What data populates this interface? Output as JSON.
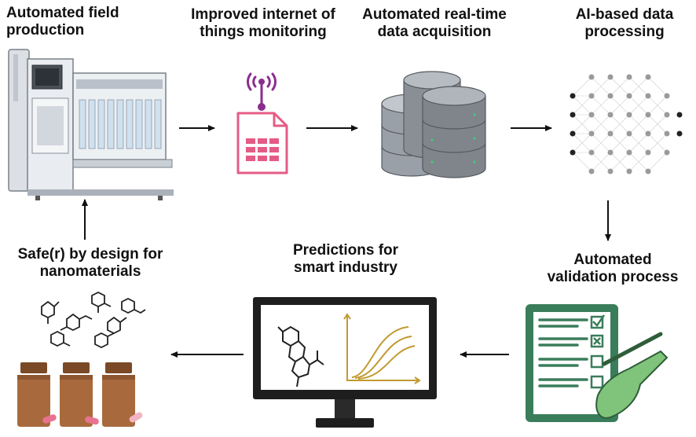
{
  "steps": {
    "field_production": {
      "line1": "Automated field",
      "line2": "production"
    },
    "iot_monitoring": {
      "line1": "Improved internet of",
      "line2": "things monitoring"
    },
    "data_acquisition": {
      "line1": "Automated real-time",
      "line2": "data acquisition"
    },
    "ai_processing": {
      "line1": "AI-based data",
      "line2": "processing"
    },
    "validation": {
      "line1": "Automated",
      "line2": "validation process"
    },
    "predictions": {
      "line1": "Predictions for",
      "line2": "smart industry"
    },
    "safe_design": {
      "line1": "Safe(r) by design for",
      "line2": "nanomaterials"
    }
  },
  "colors": {
    "iot_purple": "#8b2d8f",
    "doc_pink": "#e45c86",
    "db_gray": "#8a8f96",
    "node_gray": "#9a9a9a",
    "checklist_green": "#3a7d5b",
    "hand_green": "#7fc47a",
    "curve_gold": "#c19a2e",
    "bottle_brown": "#a86a3c",
    "cap_brown": "#7a4a26",
    "pill_pink": "#e8738f"
  }
}
